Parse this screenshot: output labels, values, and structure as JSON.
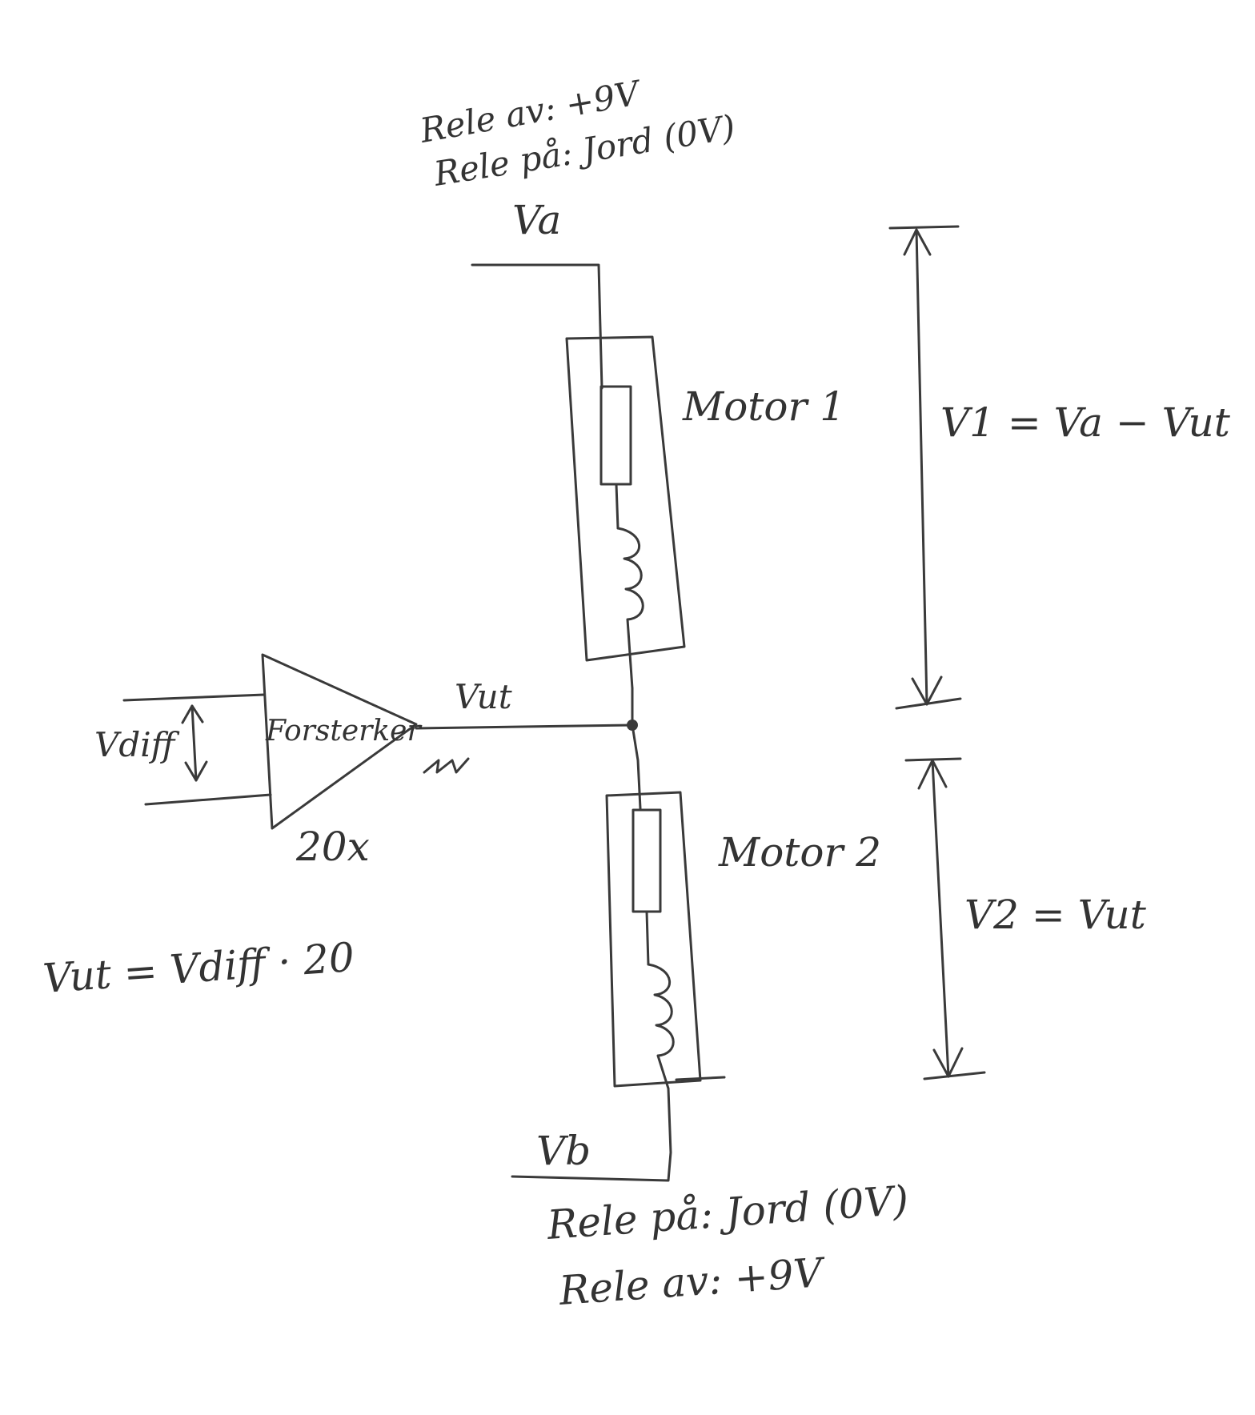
{
  "colors": {
    "background": "#ffffff",
    "ink": "#3a3a3a"
  },
  "labels": {
    "top_rele_av": "Rele av: +9V",
    "top_rele_pa": "Rele på: Jord (0V)",
    "va": "Va",
    "motor1": "Motor 1",
    "motor2": "Motor 2",
    "v1_eq": "V1 = Va − Vut",
    "v2_eq": "V2 = Vut",
    "vut_node": "Vut",
    "vdiff": "Vdiff",
    "amplifier": "Forsterker",
    "gain": "20x",
    "gain_eq": "Vut = Vdiff · 20",
    "vb": "Vb",
    "bottom_rele_pa": "Rele på: Jord (0V)",
    "bottom_rele_av": "Rele av: +9V"
  }
}
